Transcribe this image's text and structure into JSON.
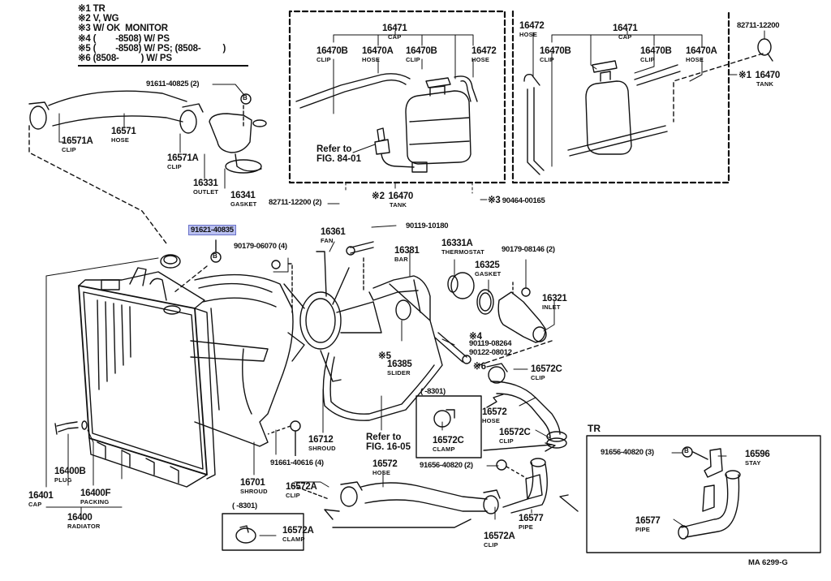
{
  "diagram": {
    "title_code": "MA 6299-G",
    "highlighted_part": "91621-40835",
    "notes": [
      "※1 TR",
      "※2 V, WG",
      "※3 W/ OK  MONITOR",
      "※4 (        -8508) W/ PS",
      "※5 (        -8508) W/ PS; (8508-         )",
      "※6 (8508-         ) W/ PS"
    ],
    "inset_tr_label": "TR",
    "parts": {
      "p16471a": {
        "num": "16471",
        "name": "CAP"
      },
      "p16470b_a": {
        "num": "16470B",
        "name": "CLIP"
      },
      "p16470a_a": {
        "num": "16470A",
        "name": "HOSE"
      },
      "p16470b_b": {
        "num": "16470B",
        "name": "CLIP"
      },
      "p16472a": {
        "num": "16472",
        "name": "HOSE"
      },
      "p16470_tank2": {
        "mark": "※2",
        "num": "16470",
        "name": "TANK"
      },
      "p16472b": {
        "num": "16472",
        "name": "HOSE"
      },
      "p16471b": {
        "num": "16471",
        "name": "CAP"
      },
      "p16470b_c": {
        "num": "16470B",
        "name": "CLIP"
      },
      "p16470b_d": {
        "num": "16470B",
        "name": "CLIP"
      },
      "p16470a_b": {
        "num": "16470A",
        "name": "HOSE"
      },
      "p16470_tank1": {
        "mark": "※1",
        "num": "16470",
        "name": "TANK"
      },
      "p16571a_left": {
        "num": "16571A",
        "name": "CLIP"
      },
      "p16571": {
        "num": "16571",
        "name": "HOSE"
      },
      "p16571a_right": {
        "num": "16571A",
        "name": "CLIP"
      },
      "p16331": {
        "num": "16331",
        "name": "OUTLET"
      },
      "p16341": {
        "num": "16341",
        "name": "GASKET"
      },
      "p16361": {
        "num": "16361",
        "name": "FAN"
      },
      "p16381": {
        "num": "16381",
        "name": "BAR"
      },
      "p16331a": {
        "num": "16331A",
        "name": "THERMOSTAT"
      },
      "p16325": {
        "num": "16325",
        "name": "GASKET"
      },
      "p16321": {
        "num": "16321",
        "name": "INLET"
      },
      "p16385": {
        "mark": "※5",
        "num": "16385",
        "name": "SLIDER"
      },
      "p16572c_clip_top": {
        "num": "16572C",
        "name": "CLIP"
      },
      "p16572_hose_right": {
        "num": "16572",
        "name": "HOSE"
      },
      "p16572c_clip_mid": {
        "num": "16572C",
        "name": "CLIP"
      },
      "p16572c_clamp": {
        "num": "16572C",
        "name": "CLAMP"
      },
      "p16712": {
        "num": "16712",
        "name": "SHROUD"
      },
      "p16701": {
        "num": "16701",
        "name": "SHROUD"
      },
      "p16572a_clip_left": {
        "num": "16572A",
        "name": "CLIP"
      },
      "p16572_hose_bottom": {
        "num": "16572",
        "name": "HOSE"
      },
      "p16572a_clamp": {
        "num": "16572A",
        "name": "CLAMP"
      },
      "p16572a_clip_right": {
        "num": "16572A",
        "name": "CLIP"
      },
      "p16577": {
        "num": "16577",
        "name": "PIPE"
      },
      "p16577_tr": {
        "num": "16577",
        "name": "PIPE"
      },
      "p16596": {
        "num": "16596",
        "name": "STAY"
      },
      "p16400b": {
        "num": "16400B",
        "name": "PLUG"
      },
      "p16400f": {
        "num": "16400F",
        "name": "PACKING"
      },
      "p16401": {
        "num": "16401",
        "name": "CAP"
      },
      "p16400": {
        "num": "16400",
        "name": "RADIATOR"
      }
    },
    "part_numbers": {
      "b_91611": "91611-40825 (2)",
      "b_91621": "91621-40835",
      "n_90179_06070": "90179-06070 (4)",
      "n_90119_10180": "90119-10180",
      "n_90179_08146": "90179-08146 (2)",
      "n_82711_left": "82711-12200 (2)",
      "n_82711_right": "82711-12200",
      "n_90464": "90464-00165",
      "n_90119_08264": "90119-08264",
      "n_90122_08012": "90122-08012",
      "b_91661": "91661-40616 (4)",
      "b_91656_2": "91656-40820 (2)",
      "b_91656_3": "91656-40820 (3)"
    },
    "marks": {
      "m3": "※3",
      "m4": "※4",
      "m6": "※6"
    },
    "bolt_symbol": "B",
    "refs": {
      "fig84": {
        "line1": "Refer to",
        "line2": "FIG. 84-01"
      },
      "fig16": {
        "line1": "Refer to",
        "line2": "FIG. 16-05"
      }
    },
    "date_ranges": {
      "r8301_top": "(          -8301)",
      "r8301_bottom": "(          -8301)"
    }
  }
}
